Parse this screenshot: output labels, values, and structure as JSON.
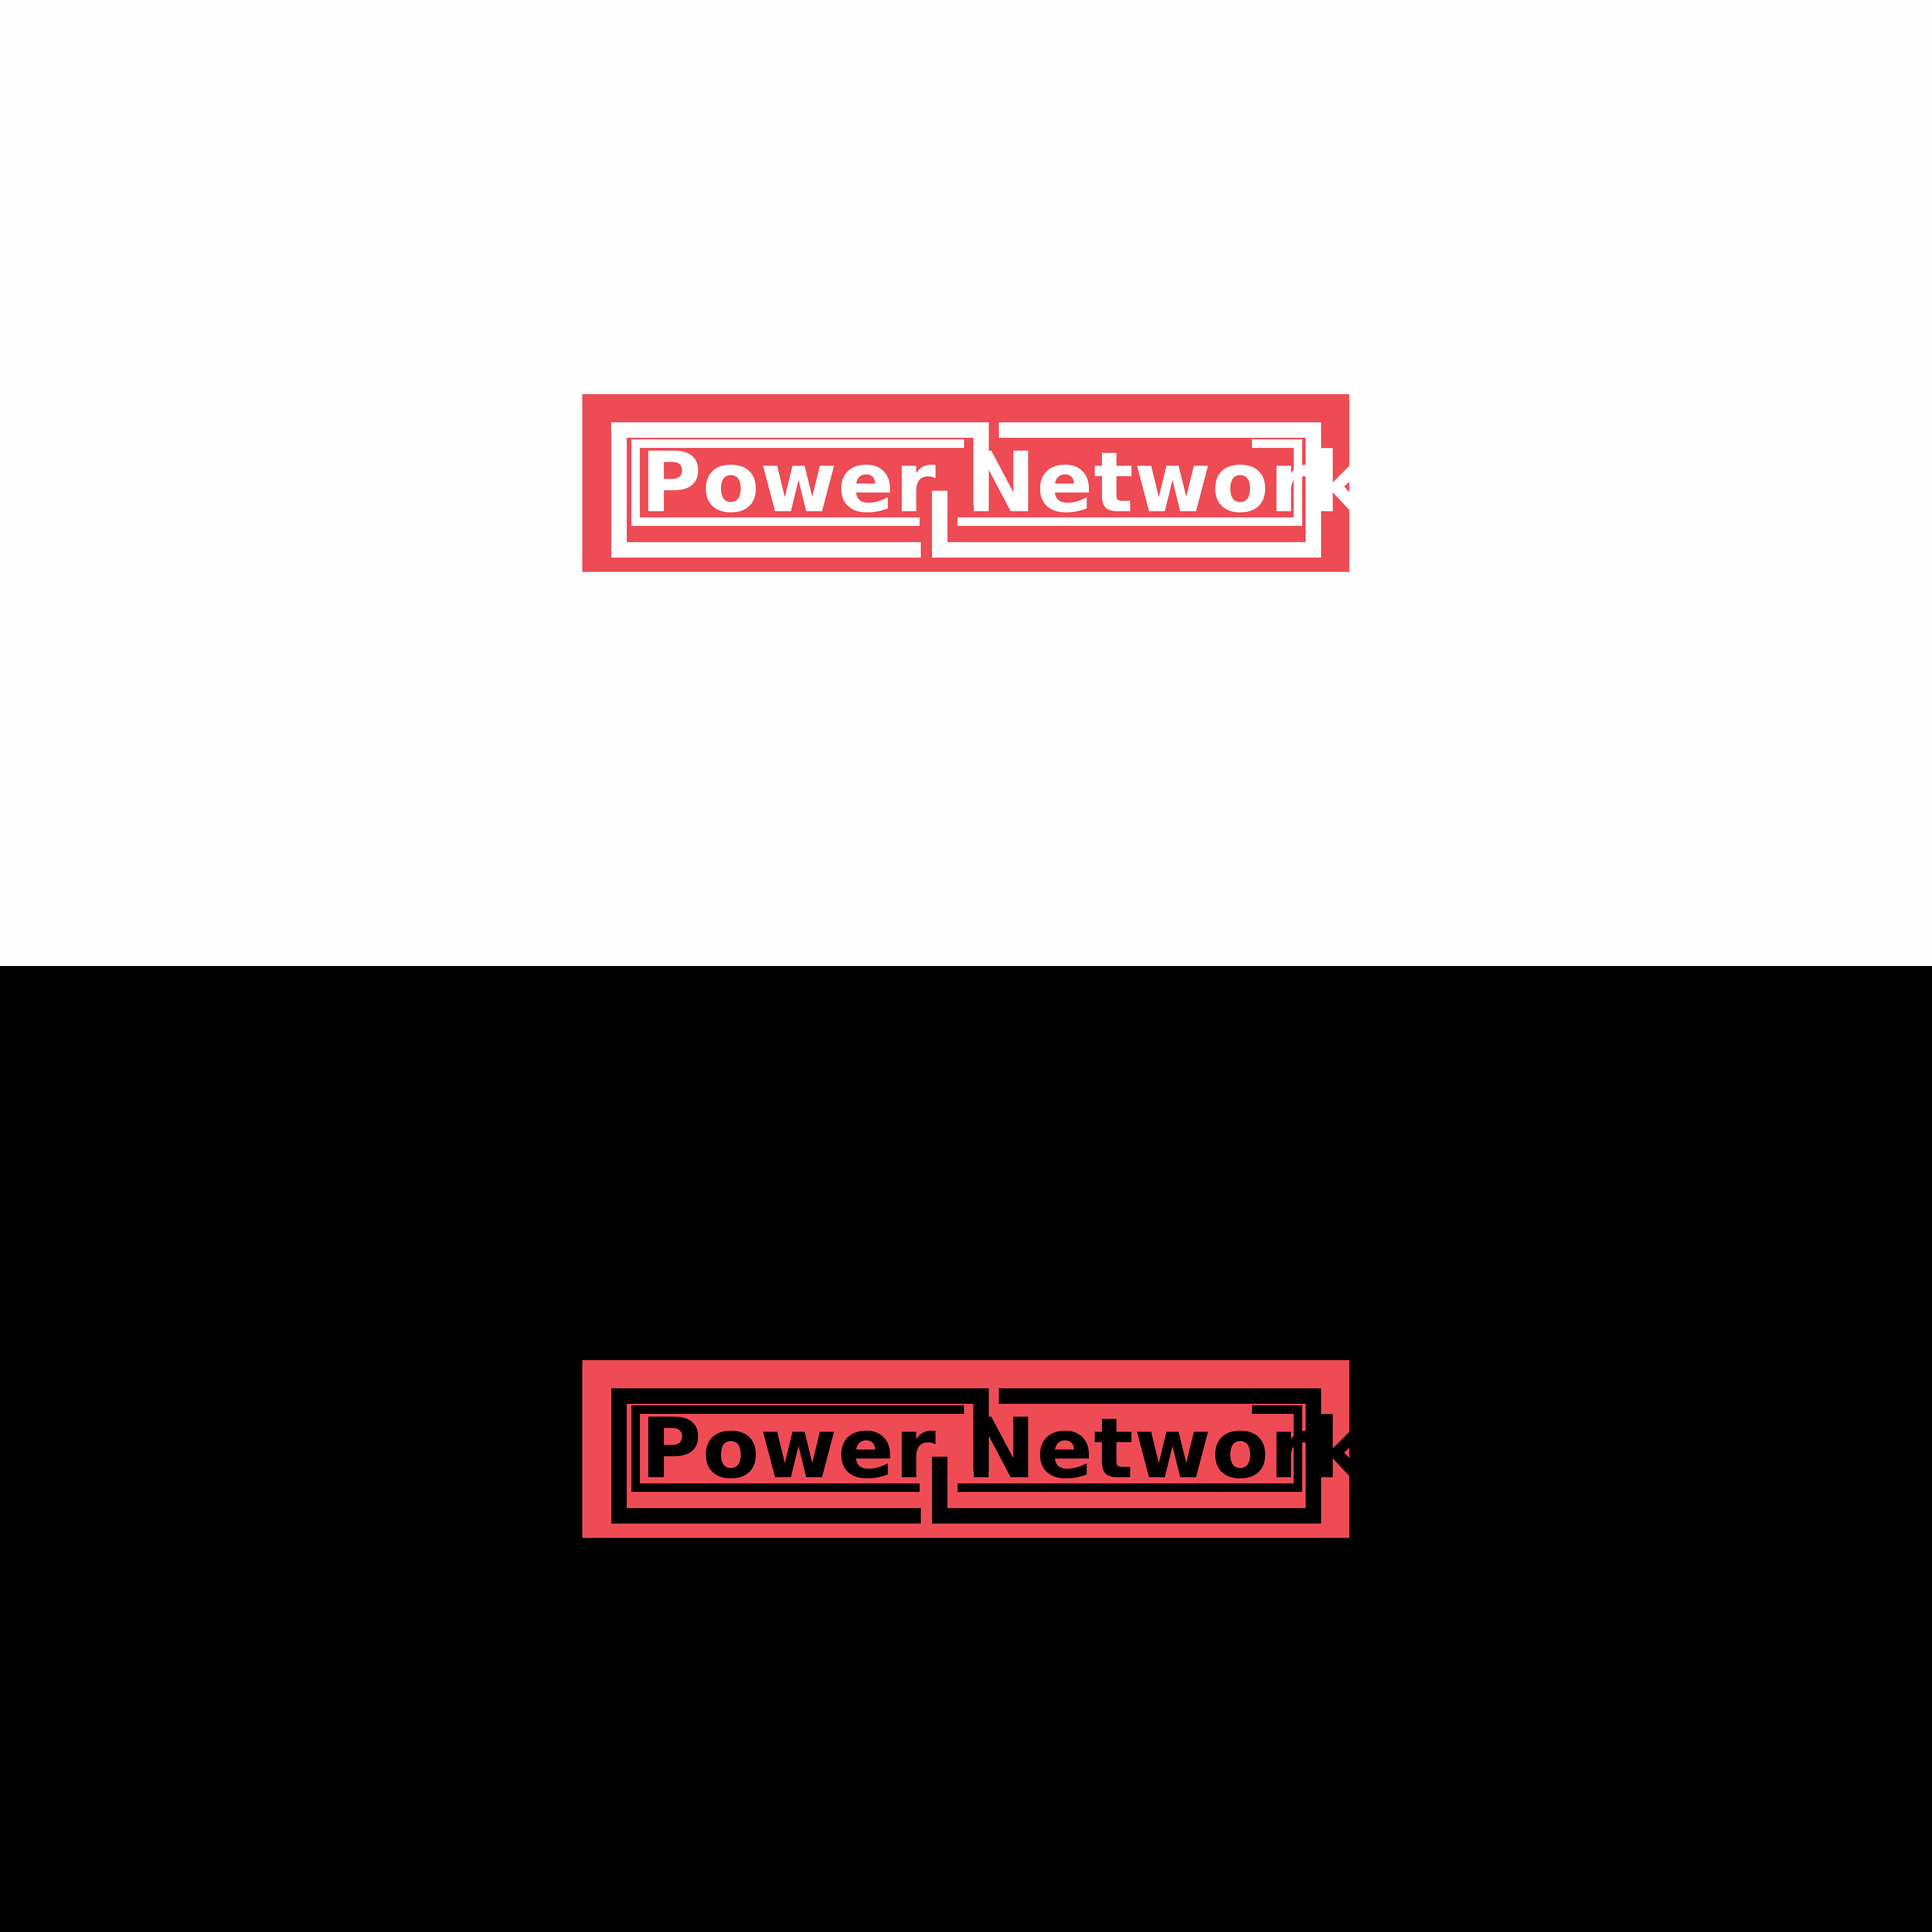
{
  "colors": {
    "brand_red": "#ee4b55",
    "light_background": "#fdfdfd",
    "dark_background": "#000000",
    "light_variant_ink": "#ffffff",
    "dark_variant_ink": "#000000"
  },
  "variants": [
    {
      "name": "light",
      "background": "#fdfdfd",
      "ink": "#ffffff",
      "logo_text": "Power Network"
    },
    {
      "name": "dark",
      "background": "#000000",
      "ink": "#000000",
      "logo_text": "Power Network"
    }
  ]
}
